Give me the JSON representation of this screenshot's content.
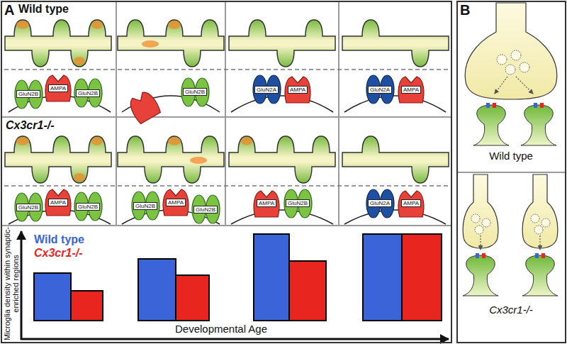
{
  "diagram": {
    "nodes": [
      {
        "text": [
          "A"
        ]
      },
      {
        "text": [
          "GluN2B"
        ],
        "in": 0
      },
      {
        "text": [
          "AMPA"
        ],
        "in": 0
      },
      {
        "text": [
          "GluN2B"
        ],
        "in": 0
      },
      {
        "text": [
          "GluN2B"
        ],
        "in": 0
      },
      {
        "text": [
          "GluN2A"
        ],
        "in": 0
      },
      {
        "text": [
          "AMPA"
        ],
        "in": 0
      },
      {
        "text": [
          "GluN2A"
        ],
        "in": 0
      },
      {
        "text": [
          "AMPA"
        ],
        "in": 0
      },
      {
        "text": [
          "GluN2B"
        ],
        "in": 0
      },
      {
        "text": [
          "AMPA"
        ],
        "in": 0
      },
      {
        "text": [
          "GluN2B"
        ],
        "in": 0
      },
      {
        "text": [
          "GluN2B"
        ],
        "in": 0
      },
      {
        "text": [
          "AMPA"
        ],
        "in": 0
      },
      {
        "text": [
          "GluN2B"
        ],
        "in": 0
      },
      {
        "text": [
          "AMPA"
        ],
        "in": 0
      },
      {
        "text": [
          "GluN2B"
        ],
        "in": 0
      },
      {
        "text": [
          "GluN2A"
        ],
        "in": 0
      },
      {
        "text": [
          "AMPA"
        ],
        "in": 0
      },
      {
        "text": [
          "B"
        ]
      }
    ],
    "labels": [
      "Wild type",
      "Cx3cr1-/-",
      "Microglia density within synaptic-enriched regions",
      "Developmental Age",
      "Wild type",
      "Cx3cr1-/-"
    ],
    "legend": [
      {
        "text": "Wild type",
        "color": "#3a64d8"
      },
      {
        "text": "Cx3cr1-/-",
        "color": "#e8251f"
      }
    ]
  }
}
